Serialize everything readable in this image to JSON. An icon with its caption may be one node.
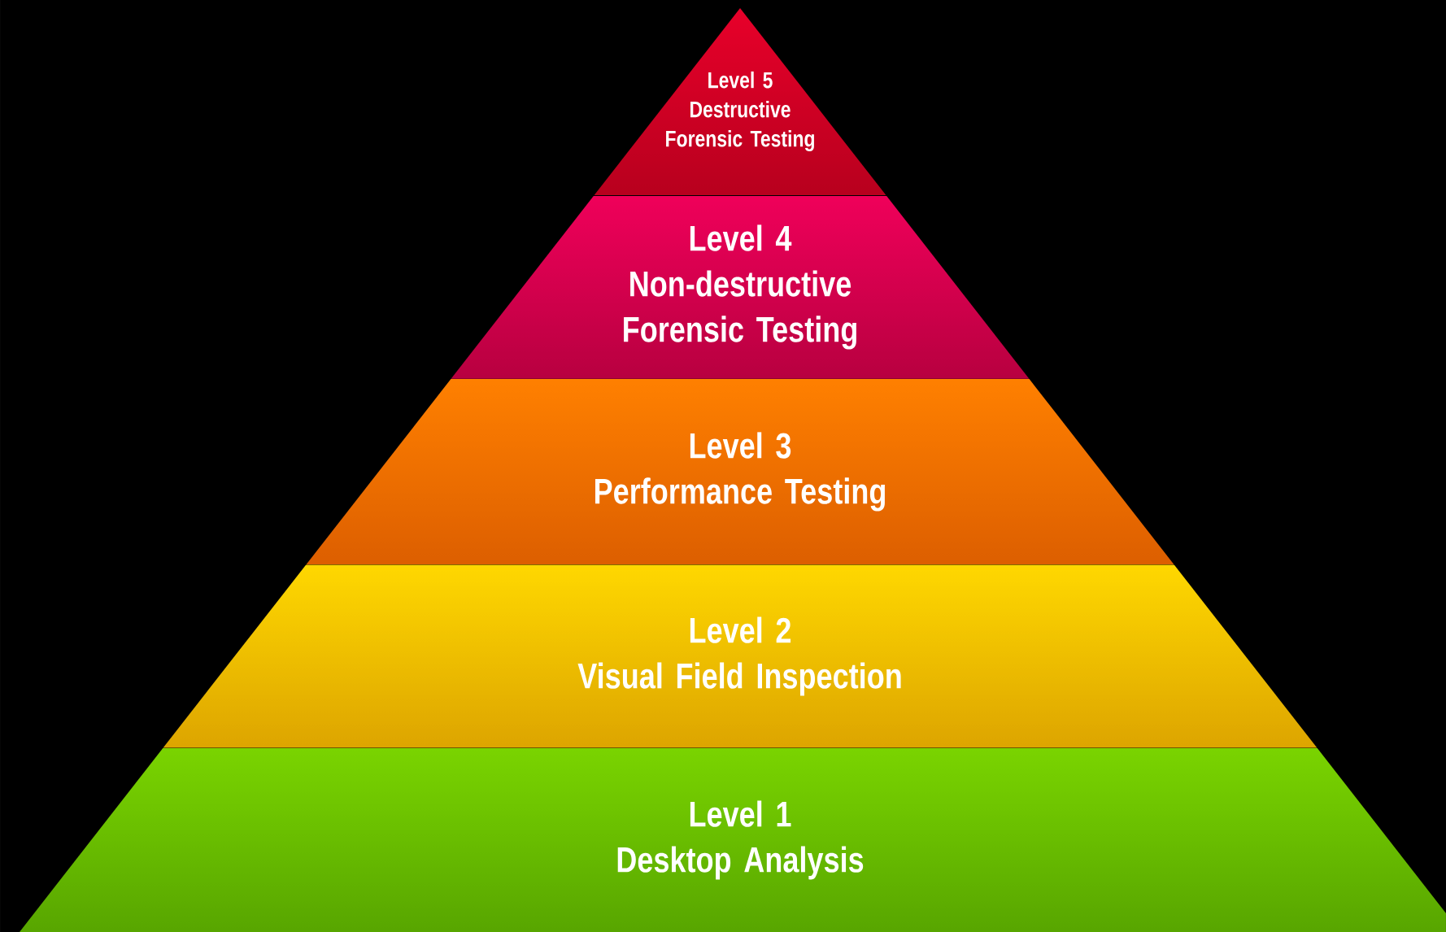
{
  "diagram": {
    "nodes": [
      {
        "text": [
          "Level 5",
          "Destructive Forensic Testing"
        ]
      },
      {
        "text": [
          "Level 4",
          "Non-destructive Forensic Testing"
        ]
      },
      {
        "text": [
          "Level 3",
          "Performance Testing"
        ]
      },
      {
        "text": [
          "Level 2",
          "Visual Field Inspection"
        ]
      },
      {
        "text": [
          "Level 1",
          "Desktop Analysis"
        ]
      }
    ]
  }
}
